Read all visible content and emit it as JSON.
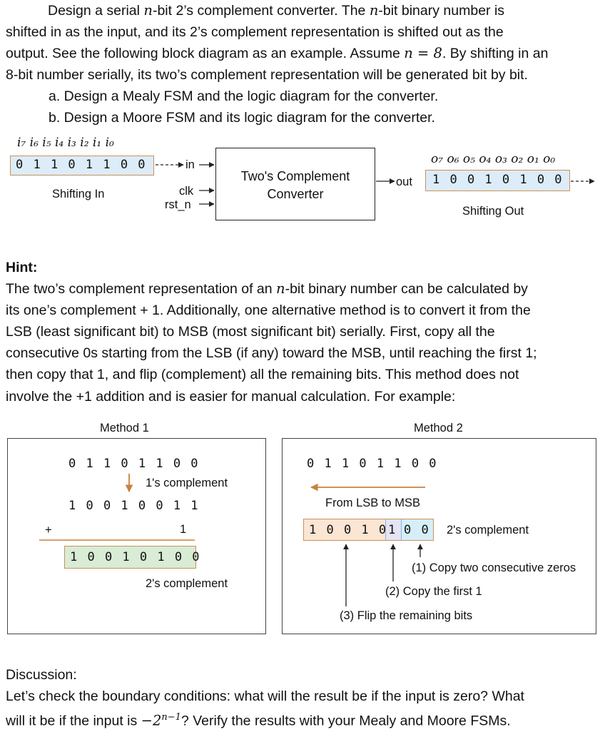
{
  "problem": {
    "line1_a": "Design a serial ",
    "var_n": "n",
    "line1_b": "-bit 2’s complement converter. The ",
    "line1_c": "-bit binary number is",
    "line2": "shifted in as the input, and its 2’s complement representation is shifted out as the",
    "line3_a": "output. See the following block diagram as an example. Assume ",
    "line3_eq": "n = 8",
    "line3_b": ". By shifting in an",
    "line4": "8-bit number serially, its two’s complement representation will be generated bit by bit.",
    "item_a": "a.  Design a Mealy FSM and the logic diagram for the converter.",
    "item_b": "b.  Design a Moore FSM and its logic diagram for the converter."
  },
  "block_diagram": {
    "input_indices": "i₇ i₆ i₅ i₄ i₃ i₂ i₁ i₀",
    "input_bits": "0 1 1 0 1 1 0 0",
    "shifting_in": "Shifting In",
    "port_in": "in",
    "port_clk": "clk",
    "port_rst": "rst_n",
    "block_line1": "Two's Complement",
    "block_line2": "Converter",
    "port_out": "out",
    "output_indices": "o₇ o₆ o₅ o₄ o₃ o₂ o₁ o₀",
    "output_bits": "1 0 0 1 0 1 0 0",
    "shifting_out": "Shifting Out"
  },
  "hint": {
    "title": "Hint:",
    "l1_a": "The two’s complement representation of an ",
    "l1_b": "-bit binary number can be calculated by",
    "l2": "its one’s complement + 1. Additionally, one alternative method is to convert it from the",
    "l3": "LSB (least significant bit) to MSB (most significant bit) serially. First, copy all the",
    "l4": "consecutive 0s starting from the LSB (if any) toward the MSB, until reaching the first 1;",
    "l5": "then copy that 1, and flip (complement) all the remaining bits. This method does not",
    "l6": "involve the +1 addition and is easier for manual calculation. For example:"
  },
  "method1": {
    "title": "Method 1",
    "original": "0 1 1 0 1 1 0 0",
    "ones_label": "1's complement",
    "ones": "1 0 0 1 0 0 1 1",
    "plus": "+",
    "one": "1",
    "result": "1 0 0 1 0 1 0 0",
    "twos_label": "2's complement"
  },
  "method2": {
    "title": "Method 2",
    "original": "0 1 1 0 1 1 0 0",
    "direction": "From LSB to MSB",
    "result_flip": "1 0 0 1 0",
    "result_copy1": "1",
    "result_zeros": "0 0",
    "twos_label": "2's complement",
    "step1": "(1) Copy two consecutive zeros",
    "step2": "(2) Copy the first 1",
    "step3": "(3) Flip the remaining bits"
  },
  "discussion": {
    "title": "Discussion:",
    "l1": "Let’s check the boundary conditions: what will the result be if the input is zero? What",
    "l2_a": "will it be if the input is ",
    "l2_expr": "−2",
    "l2_sup": "n−1",
    "l2_b": "? Verify the results with your Mealy and Moore FSMs."
  },
  "colors": {
    "input_fill": "#dcecf8",
    "input_border": "#c9925a",
    "result_fill": "#d8ecd6",
    "flip_fill": "#fbe5d3",
    "copy1_fill": "#e4e4f4",
    "zeros_fill": "#d6eef8",
    "accent_arrow": "#c9803e"
  }
}
